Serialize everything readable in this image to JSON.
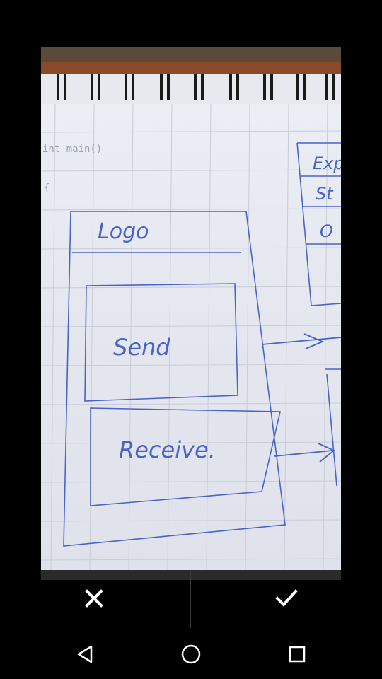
{
  "photo": {
    "code_line_1": "int main()",
    "code_line_2": "{",
    "box_logo": "Logo",
    "box_send": "Send",
    "box_receive": "Receive.",
    "side_line_1": "Exp",
    "side_line_2": "St",
    "side_line_3": "O"
  },
  "actions": {
    "cancel_icon": "close-icon",
    "confirm_icon": "checkmark-icon"
  },
  "navigation": {
    "back_icon": "back-triangle-icon",
    "home_icon": "home-circle-icon",
    "recents_icon": "recents-square-icon"
  },
  "colors": {
    "ink": "#4a63c8",
    "paper": "#e9ebf2",
    "background": "#000000"
  }
}
